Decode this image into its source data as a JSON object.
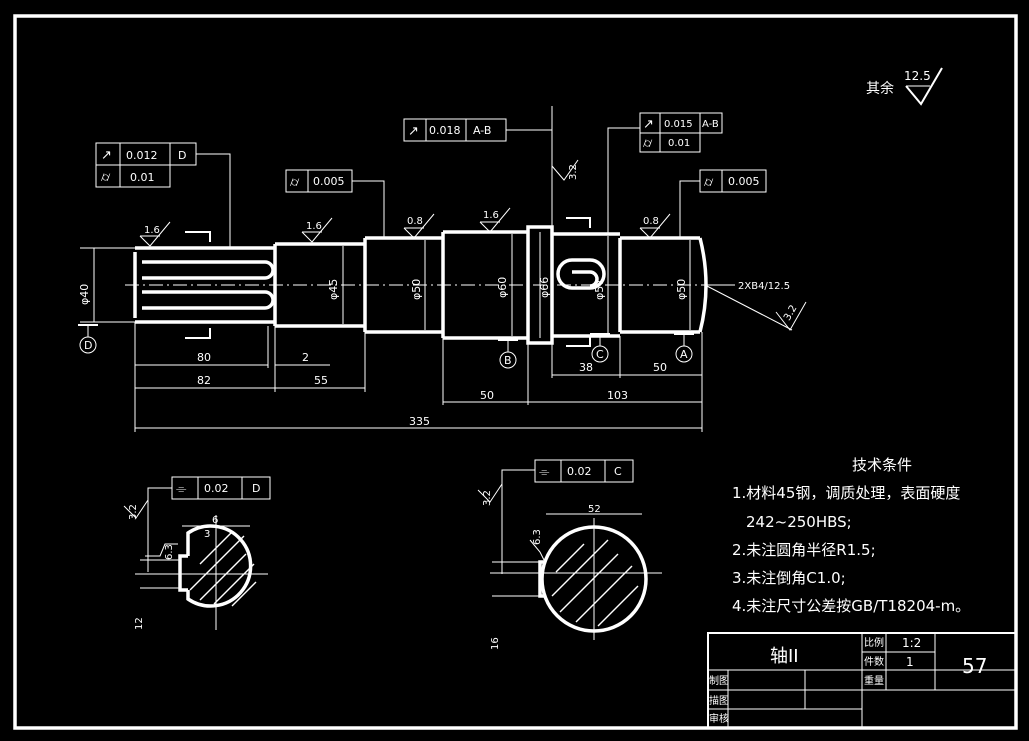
{
  "roughness_general": {
    "prefix": "其余",
    "value": "12.5"
  },
  "fcf_top_left": {
    "row1": [
      "↗",
      "0.012",
      "D"
    ],
    "row2": [
      "⌭",
      "0.01"
    ]
  },
  "fcf_left_mid": {
    "row1": [
      "⌭",
      "0.005"
    ]
  },
  "fcf_center_top": {
    "row1": [
      "↗",
      "0.018",
      "A-B"
    ]
  },
  "fcf_right_top": {
    "row1": [
      "↗",
      "0.015",
      "A-B"
    ],
    "row2": [
      "⌭",
      "0.01"
    ]
  },
  "fcf_right_mid": {
    "row1": [
      "⌭",
      "0.005"
    ]
  },
  "roughness_marks": [
    "1.6",
    "1.6",
    "0.8",
    "1.6",
    "0.8",
    "3.2",
    "3.2"
  ],
  "diameters": {
    "d40": "φ40",
    "d45": "φ45",
    "d50a": "φ50",
    "d60": "φ60",
    "d66": "φ66",
    "d57": "φ57",
    "d50b": "φ50"
  },
  "thread_note": "2XB4/12.5",
  "datums": [
    "D",
    "B",
    "C",
    "A"
  ],
  "dimensions": {
    "d80": "80",
    "d2": "2",
    "d82": "82",
    "d55": "55",
    "d50": "50",
    "d103": "103",
    "d38": "38",
    "d50r": "50",
    "d335": "335"
  },
  "section_left": {
    "fcf": [
      "⌯",
      "0.02",
      "D"
    ],
    "rough": "3.2",
    "dim6": "6",
    "dim3": "3",
    "dim63": "6.3",
    "dim12": "12"
  },
  "section_right": {
    "fcf": [
      "⌯",
      "0.02",
      "C"
    ],
    "rough": "3.2",
    "dim52": "52",
    "dim63": "6.3",
    "dim16": "16"
  },
  "notes": {
    "title": "技术条件",
    "lines": [
      "1.材料45钢，调质处理，表面硬度",
      "242~250HBS;",
      "2.未注圆角半径R1.5;",
      "3.未注倒角C1.0;",
      "4.未注尺寸公差按GB/T18204-m。"
    ]
  },
  "title_block": {
    "part_name": "轴II",
    "scale_label": "比例",
    "scale_value": "1:2",
    "qty_label": "件数",
    "qty_value": "1",
    "weight_label": "重量",
    "drawing_number": "57",
    "drawn_label": "制图",
    "design_label": "描图",
    "check_label": "审核"
  }
}
